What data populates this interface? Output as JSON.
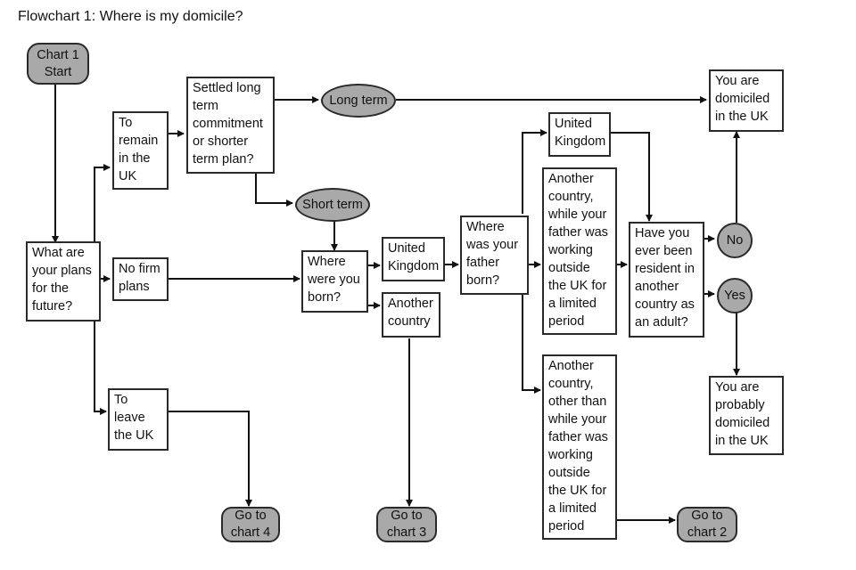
{
  "title": "Flowchart 1: Where is my domicile?",
  "colors": {
    "terminal_fill": "#a9a9a9",
    "box_fill": "#ffffff",
    "stroke": "#2a2a2a"
  },
  "nodes": {
    "start": "Chart 1\nStart",
    "plans": "What are\nyour plans\nfor the\nfuture?",
    "remain": "To\nremain\nin the\nUK",
    "no_firm": "No firm\nplans",
    "leave": "To\nleave\nthe UK",
    "settled": "Settled long\nterm\ncommitment\nor shorter\nterm plan?",
    "long_term": "Long term",
    "short_term": "Short term",
    "where_born": "Where\nwere you\nborn?",
    "born_uk": "United\nKingdom",
    "born_other": "Another\ncountry",
    "father_born": "Where\nwas your\nfather\nborn?",
    "father_uk": "United\nKingdom",
    "father_working": "Another\ncountry,\nwhile your\nfather was\nworking\noutside\nthe UK for\na limited\nperiod",
    "father_other": "Another\ncountry,\nother than\nwhile your\nfather was\nworking\noutside\nthe UK for\na limited\nperiod",
    "resident": "Have you\never been\nresident in\nanother\ncountry as\nan adult?",
    "no": "No",
    "yes": "Yes",
    "domiciled": "You are\ndomiciled\nin the UK",
    "probably": "You are\nprobably\ndomiciled\nin the UK",
    "goto4": "Go to\nchart 4",
    "goto3": "Go to\nchart 3",
    "goto2": "Go to\nchart 2"
  }
}
